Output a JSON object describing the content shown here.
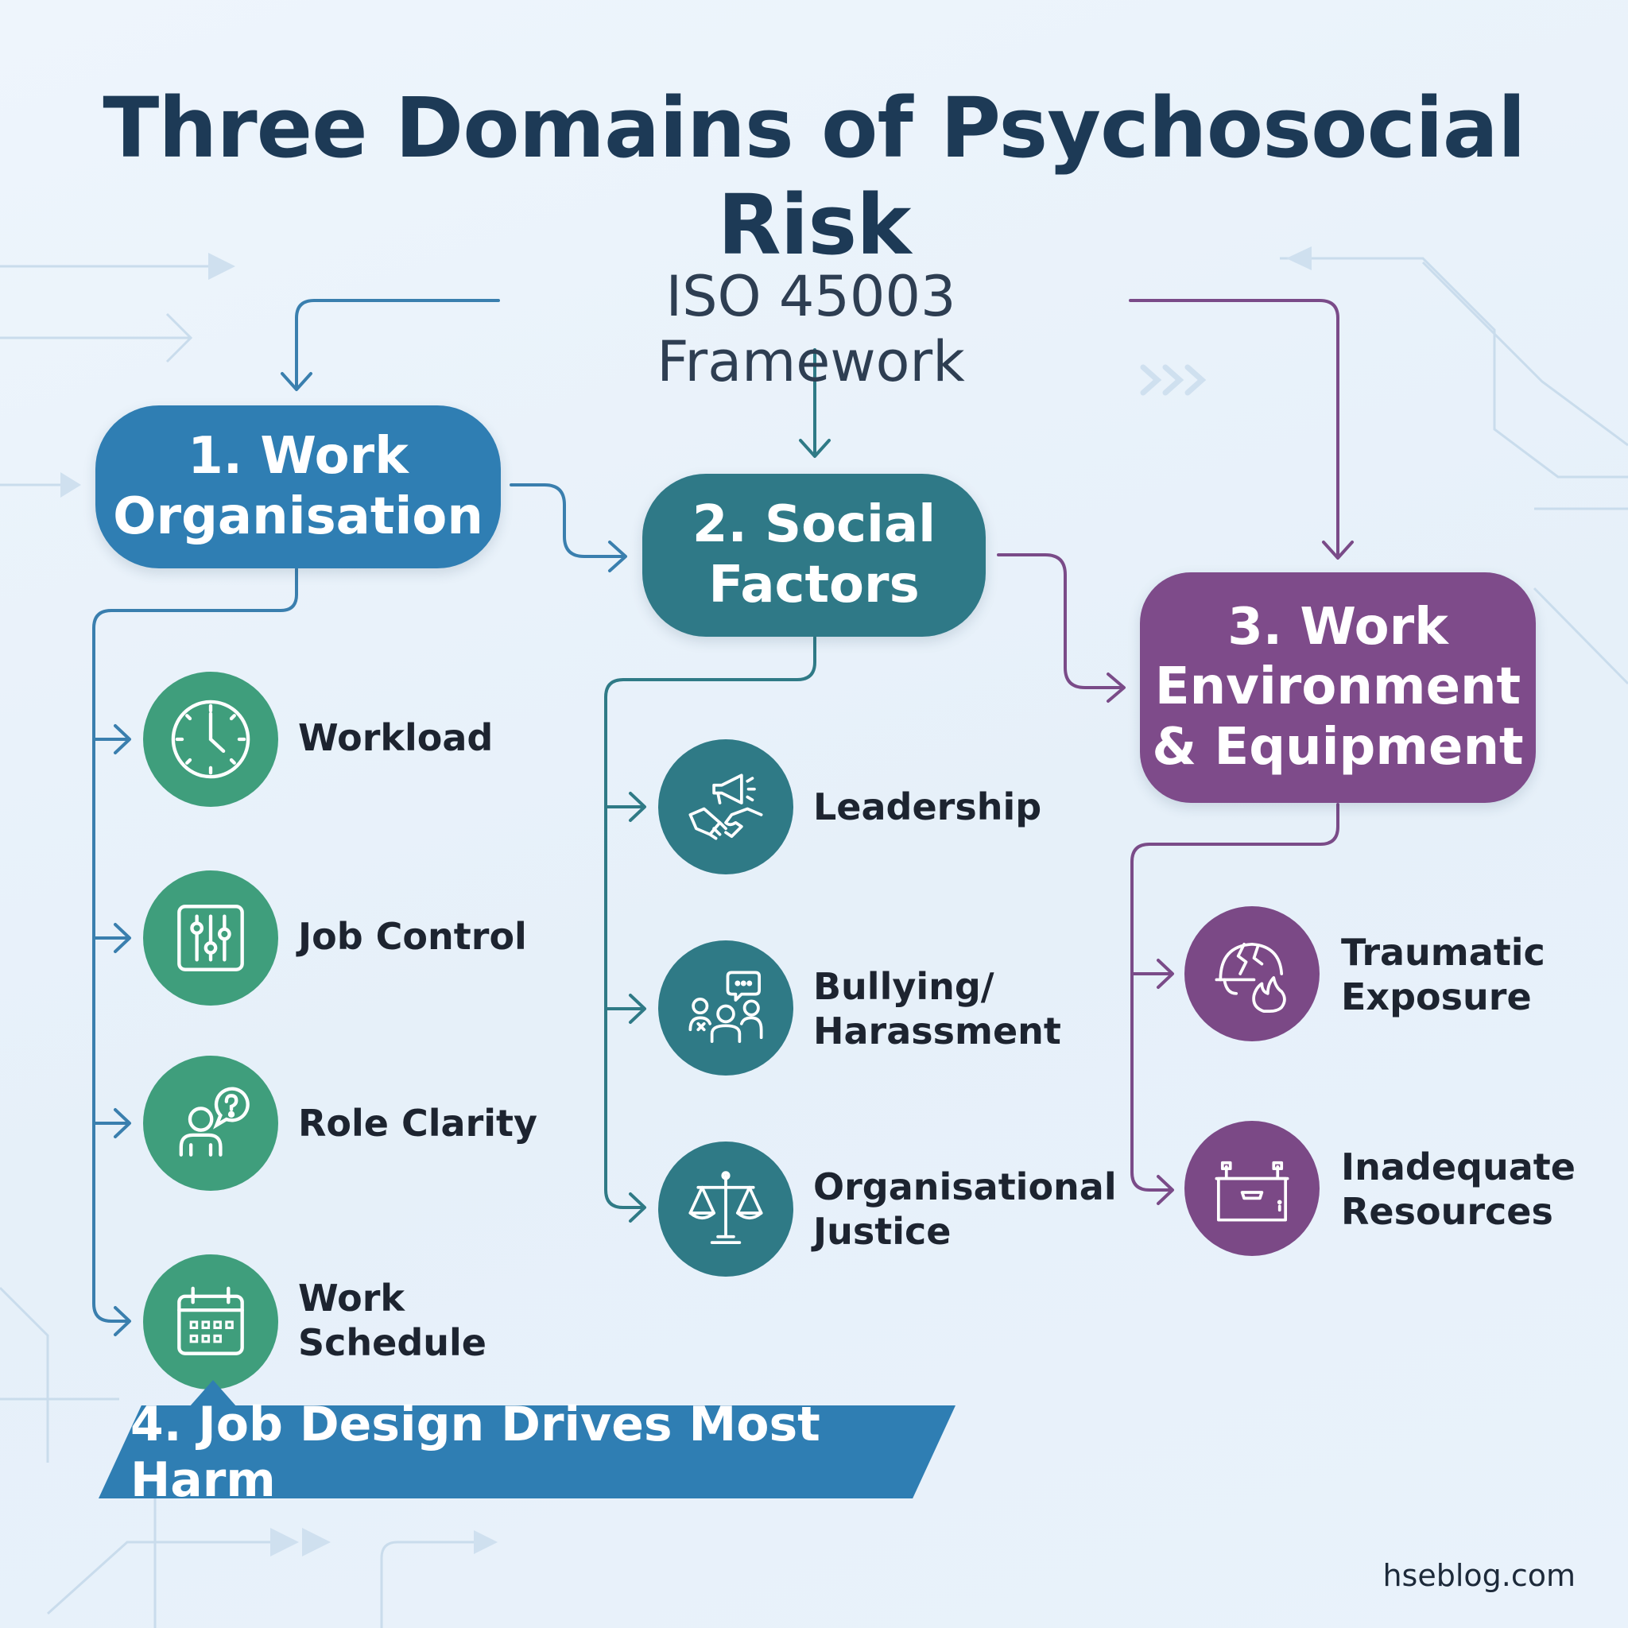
{
  "title": "Three Domains of Psychosocial Risk",
  "framework": "ISO 45003 Framework",
  "colors": {
    "work_organisation": "#2f7eb3",
    "work_organisation_items": "#3f9e7c",
    "social_factors": "#2f7987",
    "work_environment": "#7e4b8a",
    "title": "#1d3a56"
  },
  "domains": [
    {
      "label_lines": [
        "1. Work",
        "Organisation"
      ],
      "items": [
        {
          "icon": "clock-icon",
          "label_lines": [
            "Workload"
          ]
        },
        {
          "icon": "sliders-icon",
          "label_lines": [
            "Job Control"
          ]
        },
        {
          "icon": "person-question-icon",
          "label_lines": [
            "Role Clarity"
          ]
        },
        {
          "icon": "calendar-icon",
          "label_lines": [
            "Work",
            "Schedule"
          ]
        }
      ]
    },
    {
      "label_lines": [
        "2. Social",
        "Factors"
      ],
      "items": [
        {
          "icon": "megaphone-handshake-icon",
          "label_lines": [
            "Leadership"
          ]
        },
        {
          "icon": "group-speech-icon",
          "label_lines": [
            "Bullying/",
            "Harassment"
          ]
        },
        {
          "icon": "scales-icon",
          "label_lines": [
            "Organisational",
            "Justice"
          ]
        }
      ]
    },
    {
      "label_lines": [
        "3. Work",
        "Environment",
        "& Equipment"
      ],
      "items": [
        {
          "icon": "broken-helmet-fire-icon",
          "label_lines": [
            "Traumatic",
            "Exposure"
          ]
        },
        {
          "icon": "empty-toolbox-icon",
          "label_lines": [
            "Inadequate",
            "Resources"
          ]
        }
      ]
    }
  ],
  "banner": "4. Job Design Drives Most Harm",
  "site": "hseblog.com"
}
